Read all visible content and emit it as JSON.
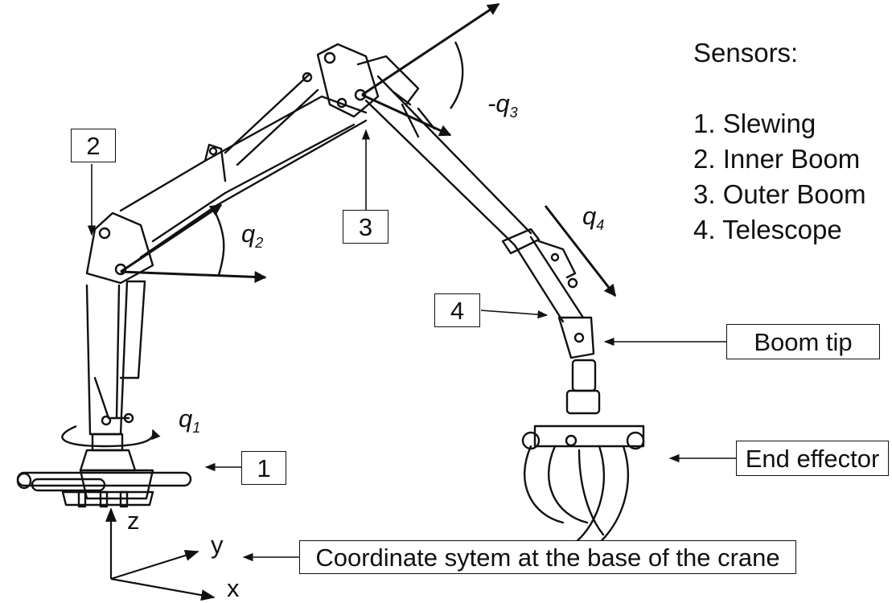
{
  "legend": {
    "title": "Sensors:",
    "items": [
      "1. Slewing",
      "2. Inner Boom",
      "3. Outer Boom",
      "4. Telescope"
    ]
  },
  "callouts": {
    "n1": "1",
    "n2": "2",
    "n3": "3",
    "n4": "4",
    "boom_tip": "Boom tip",
    "end_effector": "End effector",
    "coordinate": "Coordinate sytem at the base of the crane"
  },
  "joints": {
    "q1": {
      "symbol": "q",
      "sub": "1"
    },
    "q2": {
      "symbol": "q",
      "sub": "2"
    },
    "q3": {
      "symbol": "-q",
      "sub": "3"
    },
    "q4": {
      "symbol": "q",
      "sub": "4"
    }
  },
  "axes": {
    "x": "x",
    "y": "y",
    "z": "z"
  }
}
